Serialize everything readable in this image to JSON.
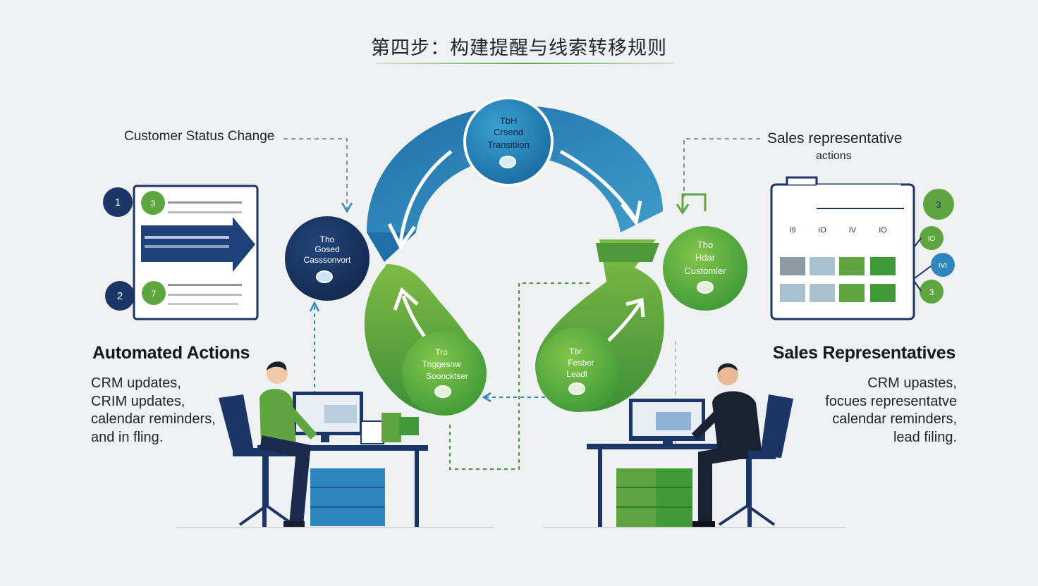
{
  "title": "第四步：构建提醒与线索转移规则",
  "labels": {
    "customer_status_change": "Customer Status Change",
    "sales_rep_actions_line1": "Sales representative",
    "sales_rep_actions_line2": "actions"
  },
  "left_panel": {
    "header": "Automated Actions",
    "items": [
      "CRM updates,",
      "CRIM updates,",
      "calendar reminders,",
      "and in fling."
    ]
  },
  "right_panel": {
    "header": "Sales Representatives",
    "items": [
      "CRM upastes,",
      "focues representatve",
      "calendar reminders,",
      "lead filing."
    ]
  },
  "cycle_nodes": {
    "top": {
      "lines": [
        "TbH",
        "Crsend",
        "Transitiion"
      ]
    },
    "left": {
      "lines": [
        "Tho",
        "Gosed",
        "Casssonvort"
      ]
    },
    "right": {
      "lines": [
        "Tho",
        "Hdar",
        "Customler"
      ]
    },
    "bottom_left": {
      "lines": [
        "Tro",
        "Tnggesnw",
        "Sooncktser"
      ]
    },
    "bottom_right": {
      "lines": [
        "Tbr",
        "Fesber",
        "Leadl"
      ]
    }
  },
  "left_card": {
    "badges": [
      "1",
      "2"
    ],
    "green_badges": [
      "3",
      "7"
    ]
  },
  "right_calendar": {
    "col_labels": [
      "I9",
      "IO",
      "IV",
      "IO"
    ],
    "side_badges": [
      "3",
      "IO",
      "IVI",
      "3"
    ]
  },
  "colors": {
    "navy": "#1b3566",
    "blue": "#2e86bd",
    "green": "#5fa53f",
    "background": "#eef0f1"
  }
}
